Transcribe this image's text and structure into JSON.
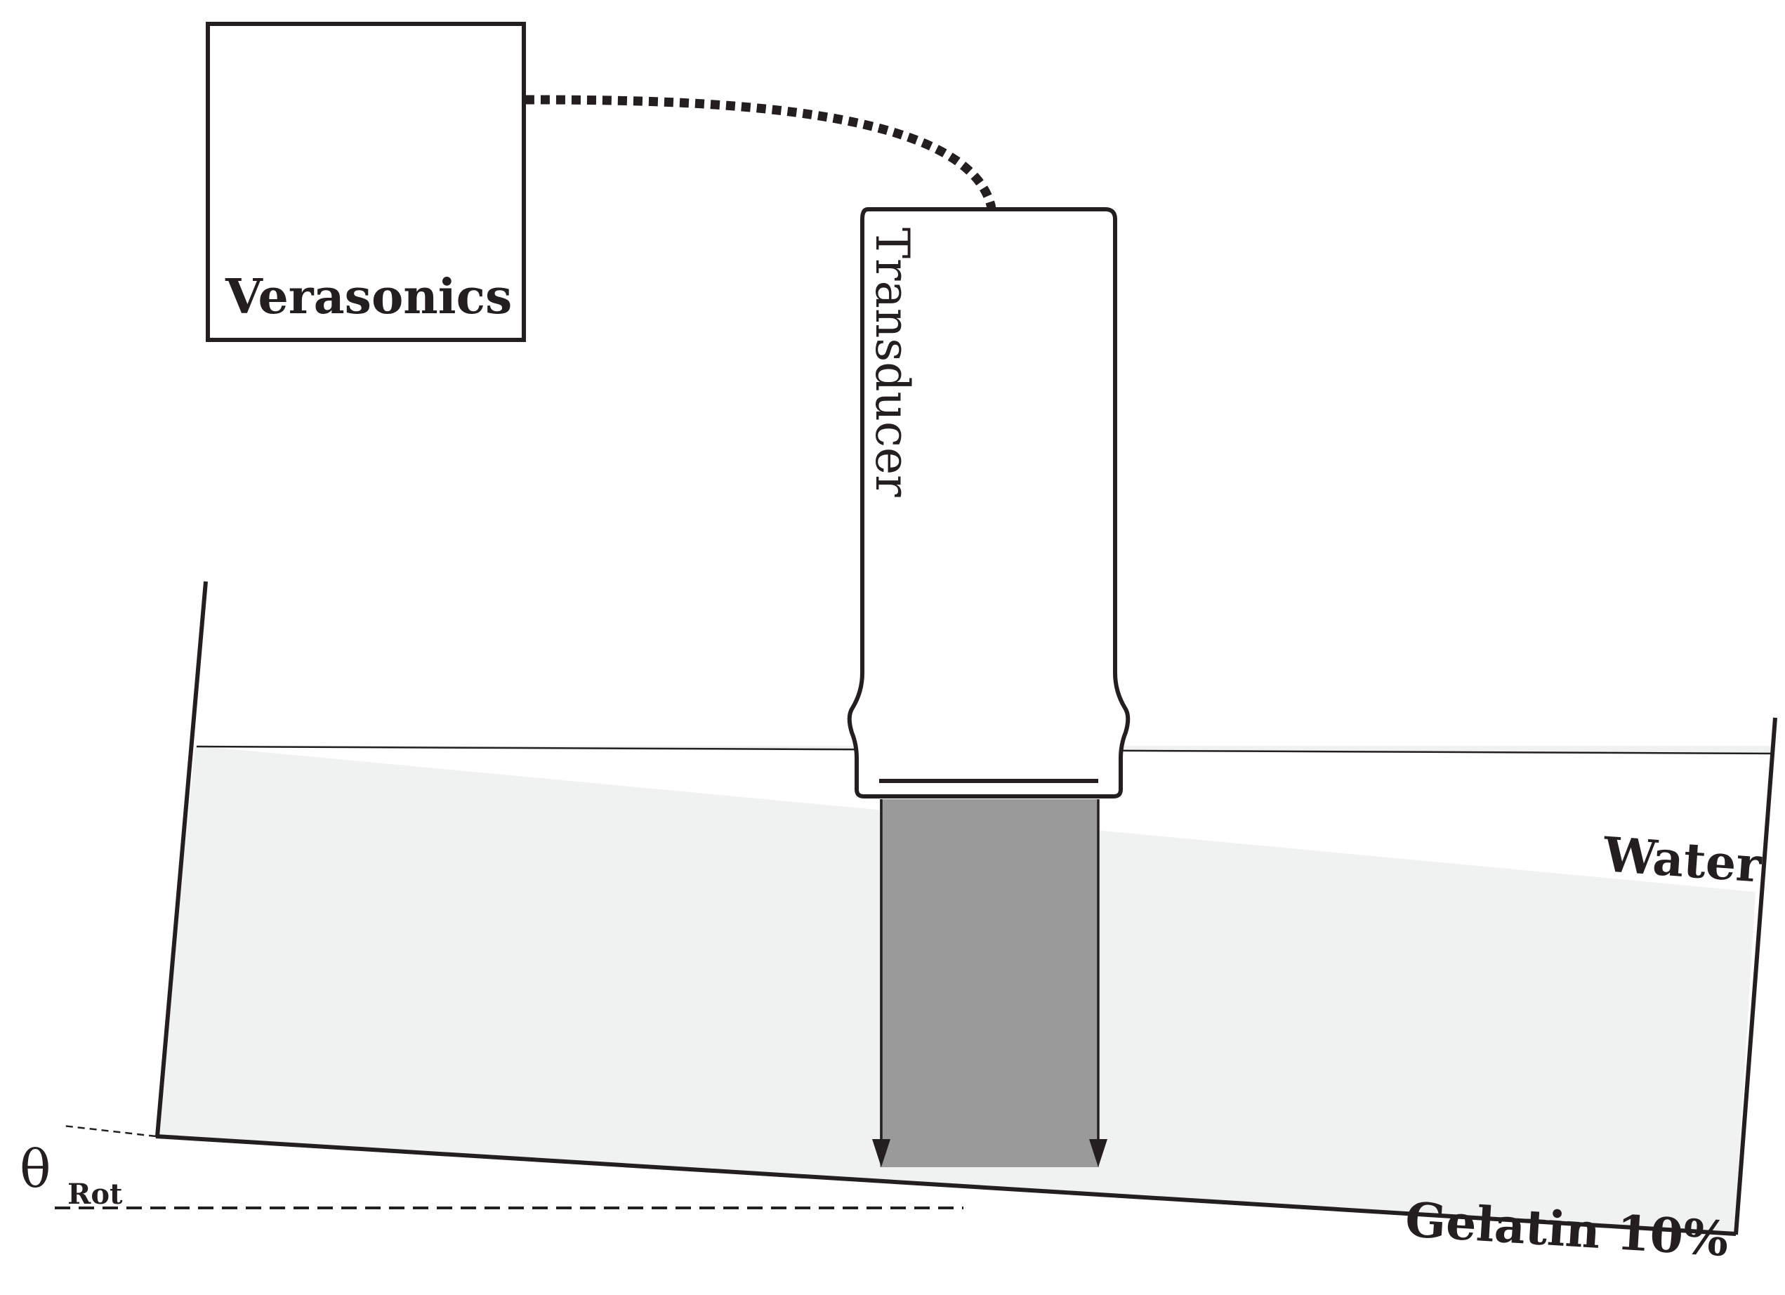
{
  "diagram": {
    "labels": {
      "verasonics": "Verasonics",
      "transducer": "Transducer",
      "water": "Water",
      "gelatin": "Gelatin 10%",
      "theta_symbol": "θ",
      "theta_subscript": "Rot"
    },
    "colors": {
      "ink": "#231f20",
      "gelatin_fill": "#f0f1f1",
      "beam_fill": "#9a9a9a",
      "background": "#ffffff"
    }
  }
}
